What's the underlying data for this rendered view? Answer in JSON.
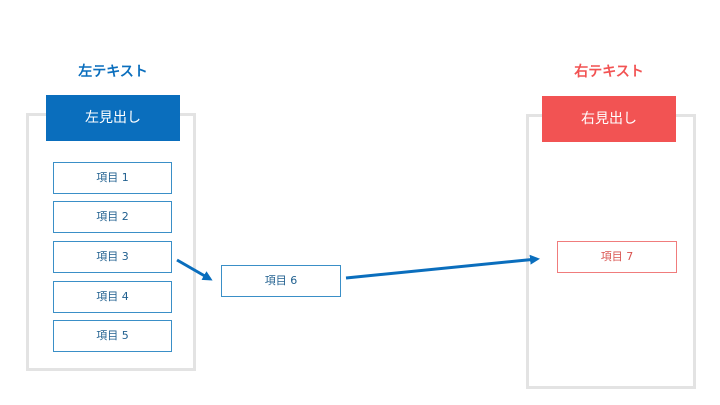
{
  "colors": {
    "left_accent": "#0a6ebd",
    "right_accent": "#f25353",
    "panel_border": "#e3e3e3"
  },
  "left": {
    "title": "左テキスト",
    "heading": "左見出し",
    "items": [
      "項目 1",
      "項目 2",
      "項目 3",
      "項目 4",
      "項目 5"
    ]
  },
  "middle": {
    "item": "項目 6"
  },
  "right": {
    "title": "右テキスト",
    "heading": "右見出し",
    "item": "項目 7"
  }
}
